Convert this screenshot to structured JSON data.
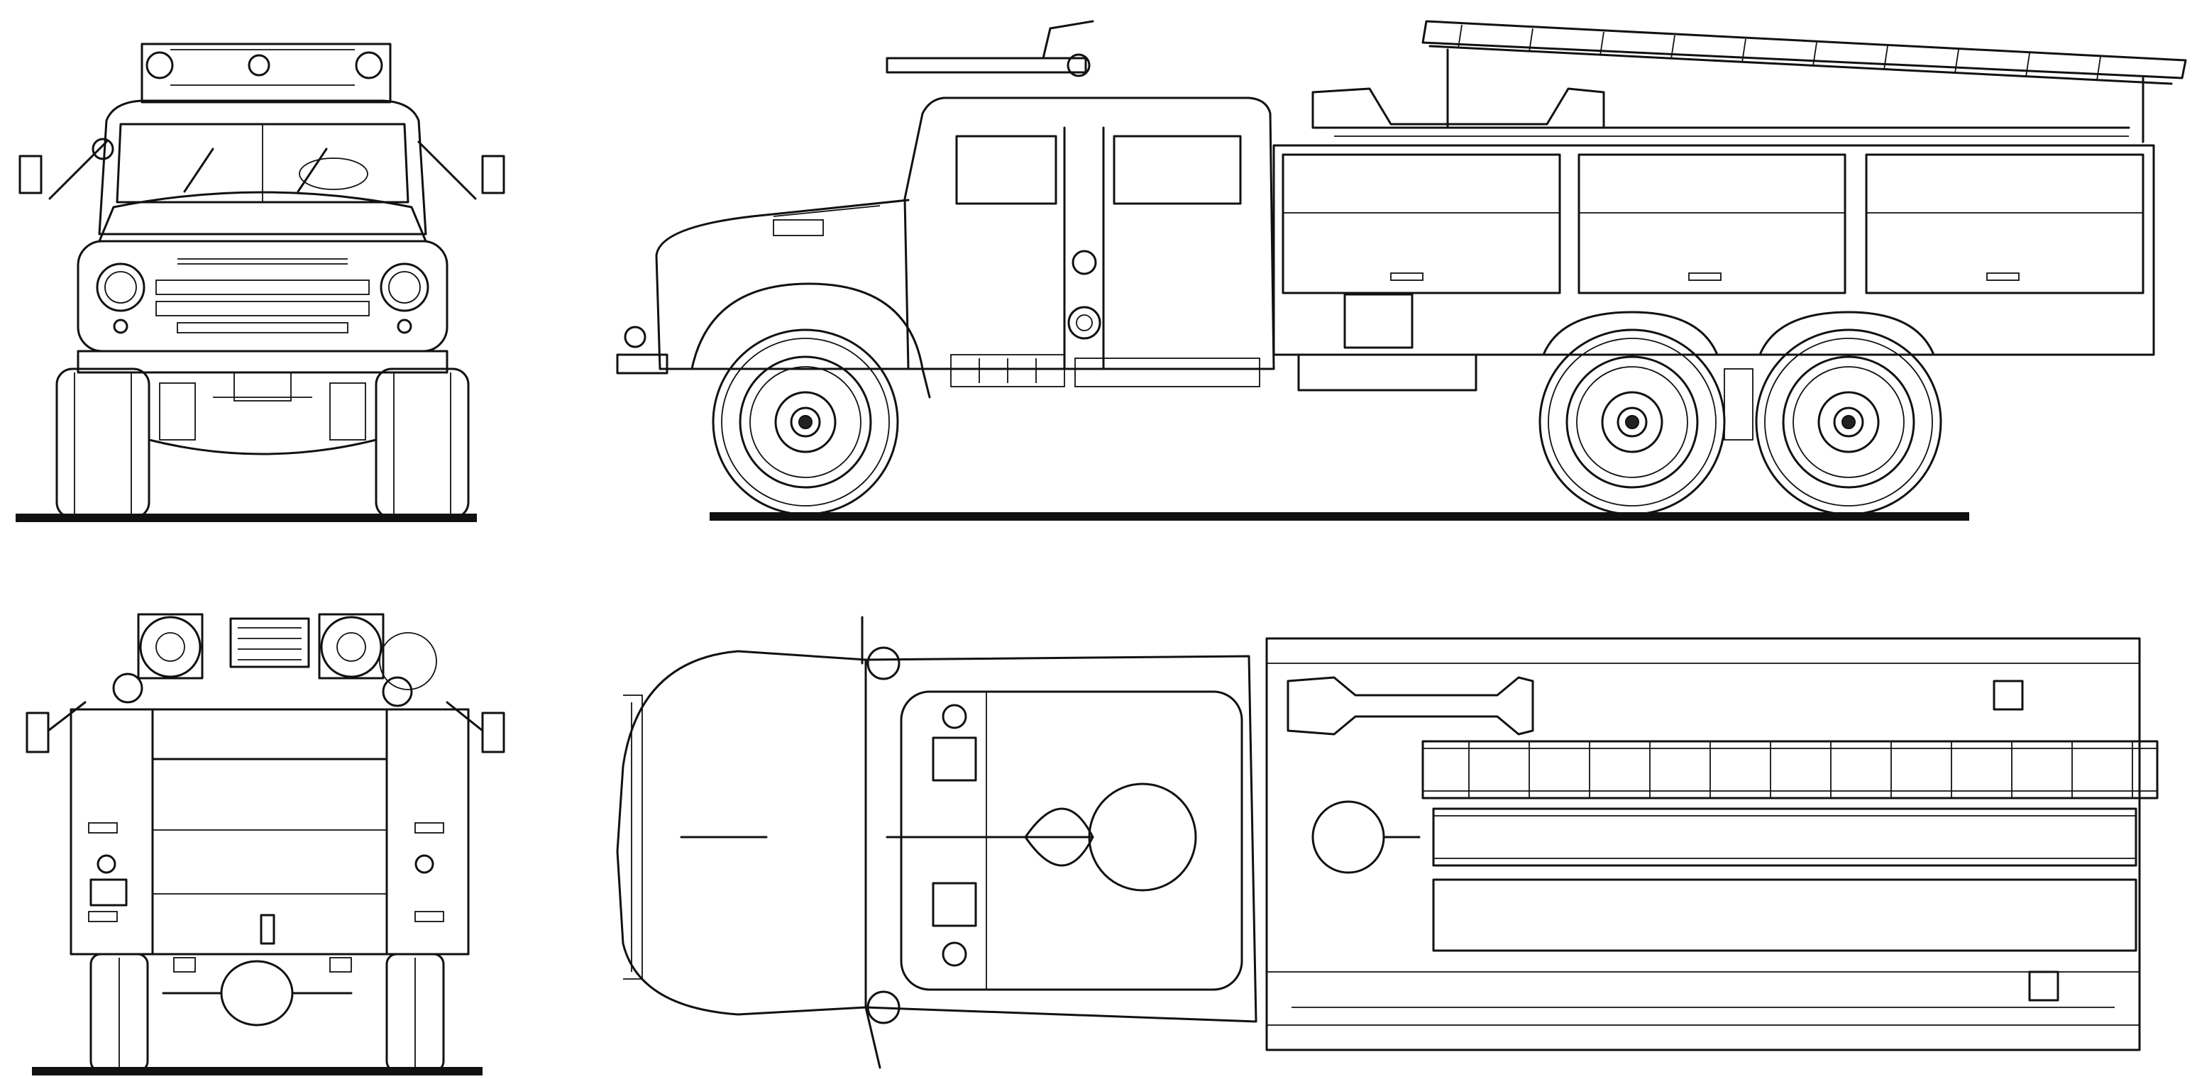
{
  "drawing": {
    "colors": {
      "line": "#111111",
      "background": "#ffffff"
    },
    "views": [
      {
        "id": "front",
        "kind": "front-elevation"
      },
      {
        "id": "side",
        "kind": "side-elevation"
      },
      {
        "id": "rear",
        "kind": "rear-elevation"
      },
      {
        "id": "top",
        "kind": "plan-view"
      }
    ],
    "side_view": {
      "axles": 3,
      "wheels_visible": 3,
      "rear_compartment_doors": 3
    },
    "top_view": {
      "ladder_rungs": 12
    }
  }
}
